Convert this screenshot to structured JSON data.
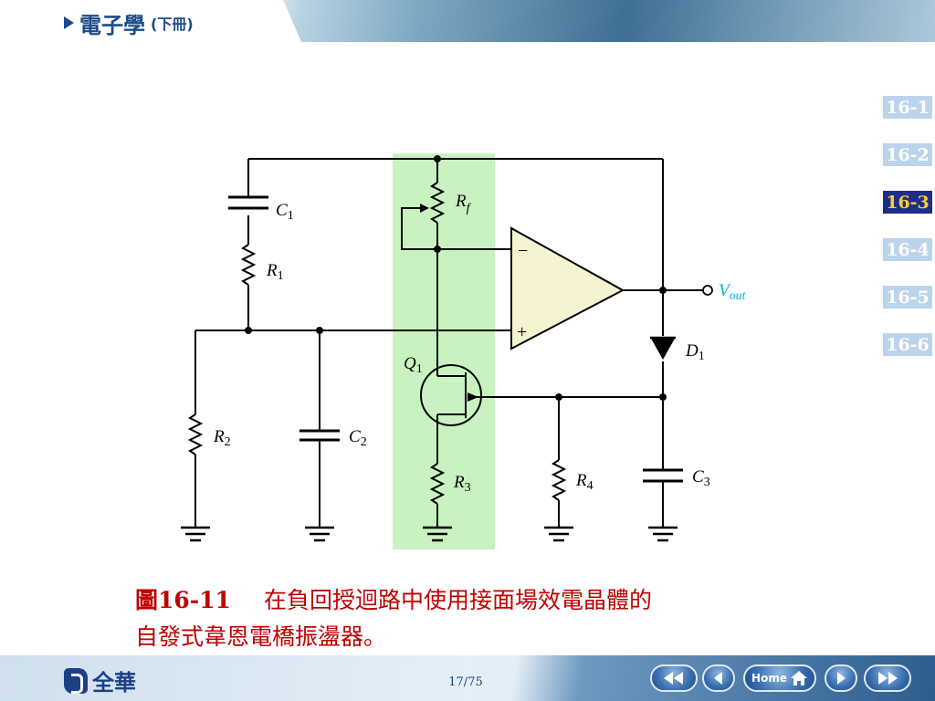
{
  "header": {
    "title": "電子學",
    "subtitle": "(下冊)"
  },
  "sections": [
    {
      "label": "16-1",
      "active": false
    },
    {
      "label": "16-2",
      "active": false
    },
    {
      "label": "16-3",
      "active": true
    },
    {
      "label": "16-4",
      "active": false
    },
    {
      "label": "16-5",
      "active": false
    },
    {
      "label": "16-6",
      "active": false
    }
  ],
  "circuit": {
    "labels": {
      "C1": "C",
      "C1_sub": "1",
      "R1": "R",
      "R1_sub": "1",
      "Rf": "R",
      "Rf_sub": "f",
      "R2": "R",
      "R2_sub": "2",
      "C2": "C",
      "C2_sub": "2",
      "Q1": "Q",
      "Q1_sub": "1",
      "R3": "R",
      "R3_sub": "3",
      "R4": "R",
      "R4_sub": "4",
      "C3": "C",
      "C3_sub": "3",
      "D1": "D",
      "D1_sub": "1",
      "Vout": "V",
      "Vout_sub": "out",
      "minus": "−",
      "plus": "+"
    },
    "colors": {
      "wire": "#000000",
      "highlight": "#c9f2c0",
      "opamp_fill": "#f5f3d0",
      "vout_label": "#00b3d6"
    }
  },
  "caption": {
    "figure_number": "圖16-11",
    "line1": "在負回授迴路中使用接面場效電晶體的",
    "line2": "自發式韋恩電橋振盪器。"
  },
  "footer": {
    "logo_text": "全華",
    "page": "17/75",
    "home_label": "Home"
  },
  "icons": {
    "first": "rewind-first-icon",
    "prev": "prev-icon",
    "home": "home-icon",
    "next": "next-icon",
    "last": "forward-last-icon"
  }
}
